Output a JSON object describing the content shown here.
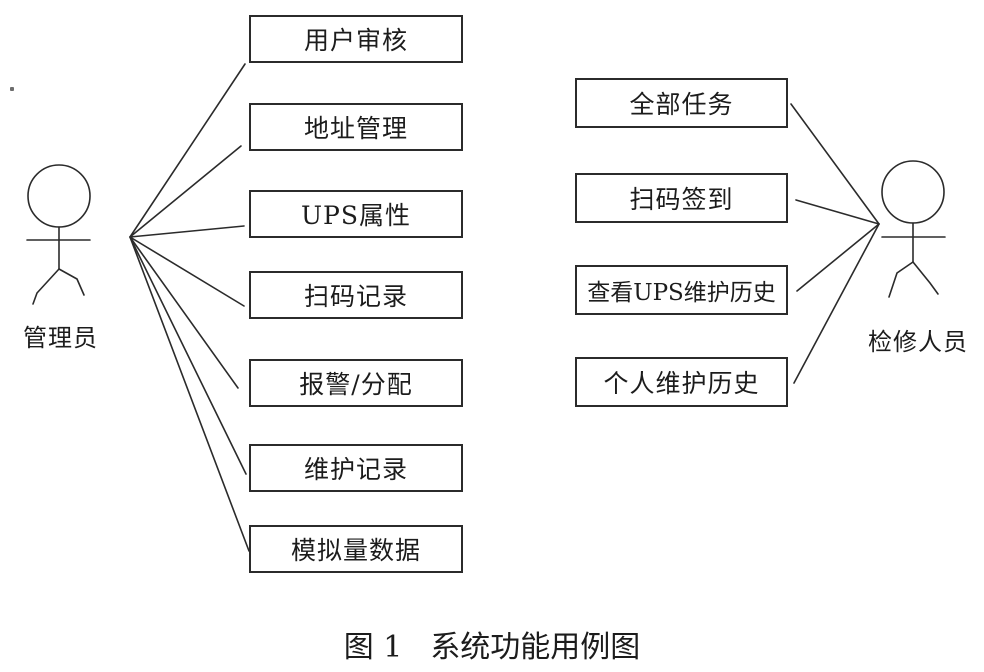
{
  "diagram_type": "uml-use-case",
  "colors": {
    "background": "#ffffff",
    "line": "#2b2b2b",
    "text": "#1c1c1c"
  },
  "actors": {
    "left": {
      "label": "管理员",
      "icon": "stick-figure-person"
    },
    "right": {
      "label": "检修人员",
      "icon": "stick-figure-person"
    }
  },
  "usecases": {
    "left": [
      "用户审核",
      "地址管理",
      "UPS属性",
      "扫码记录",
      "报警/分配",
      "维护记录",
      "模拟量数据"
    ],
    "right": [
      "全部任务",
      "扫码签到",
      "查看UPS维护历史",
      "个人维护历史"
    ]
  },
  "caption": {
    "figure_label": "图 1",
    "title": "系统功能用例图"
  }
}
